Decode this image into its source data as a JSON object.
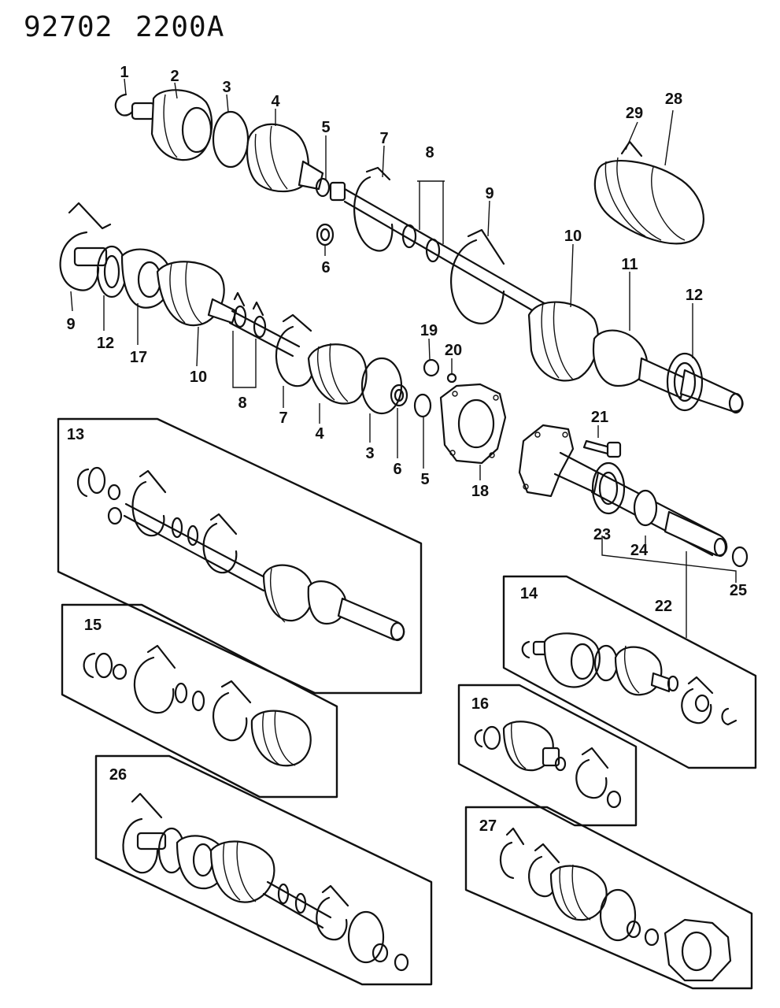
{
  "header": {
    "code_left": "92702",
    "code_right": "2200A"
  },
  "callouts": {
    "c1": "1",
    "c2": "2",
    "c3": "3",
    "c4": "4",
    "c5": "5",
    "c6": "6",
    "c7": "7",
    "c8": "8",
    "c9": "9",
    "c10": "10",
    "c11": "11",
    "c12": "12",
    "c13": "13",
    "c14": "14",
    "c15": "15",
    "c16": "16",
    "c17": "17",
    "c18": "18",
    "c19": "19",
    "c20": "20",
    "c21": "21",
    "c22": "22",
    "c23": "23",
    "c24": "24",
    "c25": "25",
    "c26": "26",
    "c27": "27",
    "c28": "28",
    "c29": "29"
  }
}
